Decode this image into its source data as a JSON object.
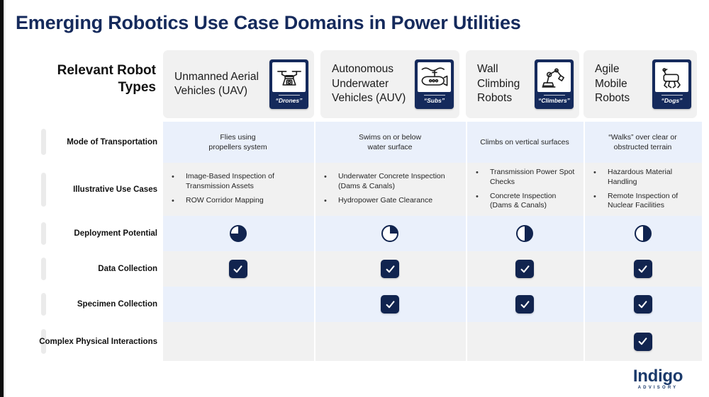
{
  "slide": {
    "title": "Emerging Robotics Use Case Domains in Power Utilities",
    "left_heading": "Relevant Robot Types",
    "accent_navy": "#152a5c",
    "title_navy": "#152a5c",
    "row_alt_bg": "#eaf0fb",
    "row_plain_bg": "#f1f1f1",
    "card_bg": "#f1f1f1"
  },
  "columns": [
    {
      "title": "Unmanned Aerial Vehicles (UAV)",
      "badge_label": "“Drones”",
      "icon": "drone-icon"
    },
    {
      "title": "Autonomous Underwater Vehicles (AUV)",
      "badge_label": "“Subs”",
      "icon": "submarine-icon"
    },
    {
      "title": "Wall Climbing Robots",
      "badge_label": "“Climbers”",
      "icon": "robot-arm-icon"
    },
    {
      "title": "Agile Mobile Robots",
      "badge_label": "“Dogs”",
      "icon": "robot-dog-icon"
    }
  ],
  "rows": [
    {
      "label": "Mode of Transportation",
      "type": "text",
      "cells": [
        "Flies using\npropellers system",
        "Swims on or below\nwater surface",
        "Climbs on vertical surfaces",
        "“Walks” over clear or obstructed terrain"
      ]
    },
    {
      "label": "Illustrative Use Cases",
      "type": "bullets",
      "cells": [
        [
          "Image-Based Inspection of Transmission Assets",
          "ROW Corridor Mapping"
        ],
        [
          "Underwater Concrete Inspection (Dams & Canals)",
          "Hydropower Gate Clearance"
        ],
        [
          "Transmission Power Spot Checks",
          "Concrete Inspection (Dams & Canals)"
        ],
        [
          "Hazardous Material Handling",
          "Remote Inspection of Nuclear Facilities"
        ]
      ]
    },
    {
      "label": "Deployment Potential",
      "type": "pie",
      "cells": [
        0.75,
        0.25,
        0.5,
        0.5
      ]
    },
    {
      "label": "Data Collection",
      "type": "check",
      "cells": [
        true,
        true,
        true,
        true
      ]
    },
    {
      "label": "Specimen Collection",
      "type": "check",
      "cells": [
        false,
        true,
        true,
        true
      ]
    },
    {
      "label": "Complex Physical Interactions",
      "type": "check",
      "cells": [
        false,
        false,
        false,
        true
      ]
    }
  ],
  "logo": {
    "word": "Indigo",
    "subtitle": "ADVISORY"
  }
}
